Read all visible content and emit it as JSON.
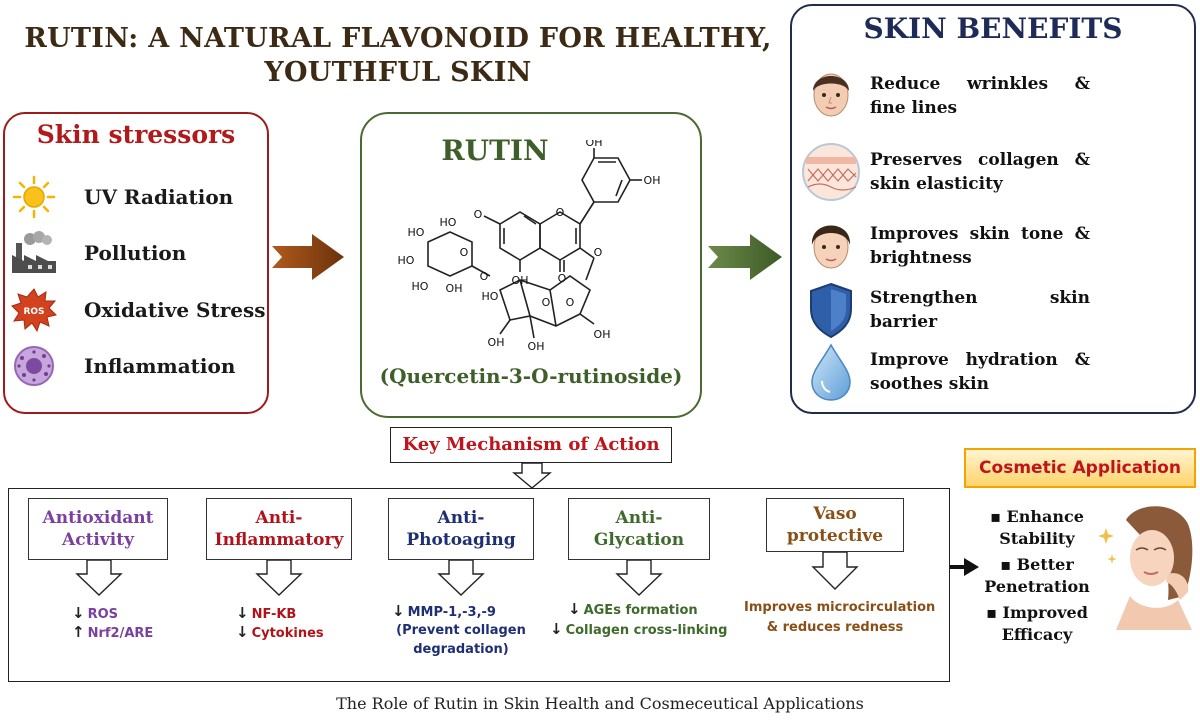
{
  "title": {
    "line1": "RUTIN: A NATURAL FLAVONOID FOR HEALTHY,",
    "line2": "YOUTHFUL SKIN"
  },
  "stressors": {
    "title": "Skin stressors",
    "items": [
      {
        "label": "UV Radiation",
        "icon": "sun-icon"
      },
      {
        "label": "Pollution",
        "icon": "factory-icon"
      },
      {
        "label": "Oxidative Stress",
        "icon": "ros-burst-icon",
        "icon_text": "ROS"
      },
      {
        "label": "Inflammation",
        "icon": "cell-icon"
      }
    ]
  },
  "rutin": {
    "title": "RUTIN",
    "subtitle": "(Quercetin-3-O-rutinoside)",
    "structure_labels": [
      "OH",
      "OH",
      "O",
      "O",
      "OH",
      "O",
      "O",
      "HO",
      "HO",
      "HO",
      "O",
      "HO",
      "OH",
      "O",
      "O",
      "O",
      "HO",
      "OH",
      "OH",
      "OH"
    ]
  },
  "benefits": {
    "title": "SKIN BENEFITS",
    "items": [
      {
        "label": "Reduce wrinkles & fine lines",
        "icon": "face-icon"
      },
      {
        "label": "Preserves collagen & skin elasticity",
        "icon": "skin-layer-icon"
      },
      {
        "label": "Improves skin tone & brightness",
        "icon": "face-icon"
      },
      {
        "label": "Strengthen skin barrier",
        "icon": "shield-icon"
      },
      {
        "label": "Improve hydration & soothes skin",
        "icon": "water-drop-icon"
      }
    ]
  },
  "mechanism": {
    "title": "Key Mechanism of Action",
    "columns": [
      {
        "heading": [
          "Antioxidant",
          "Activity"
        ],
        "color": "#7b3fa0",
        "items": [
          {
            "dir": "↓",
            "text": "ROS"
          },
          {
            "dir": "↑",
            "text": "Nrf2/ARE"
          }
        ]
      },
      {
        "heading": [
          "Anti-",
          "Inflammatory"
        ],
        "color": "#b0141a",
        "items": [
          {
            "dir": "↓",
            "text": "NF-KB"
          },
          {
            "dir": "↓",
            "text": "Cytokines"
          }
        ]
      },
      {
        "heading": [
          "Anti-",
          "Photoaging"
        ],
        "color": "#1e2f73",
        "items": [
          {
            "dir": "↓",
            "text": "MMP-1,-3,-9"
          },
          {
            "dir": "",
            "text": "(Prevent collagen"
          },
          {
            "dir": "",
            "text": "degradation)"
          }
        ]
      },
      {
        "heading": [
          "Anti-",
          "Glycation"
        ],
        "color": "#3e6a2c",
        "items": [
          {
            "dir": "↓",
            "text": "AGEs formation"
          },
          {
            "dir": "↓",
            "text": "Collagen cross-linking"
          }
        ]
      },
      {
        "heading": [
          "Vaso",
          "protective"
        ],
        "color": "#8a4f16",
        "items": [
          {
            "dir": "",
            "text": "Improves microcirculation"
          },
          {
            "dir": "",
            "text": "& reduces redness"
          }
        ]
      }
    ]
  },
  "cosmetic": {
    "title": "Cosmetic Application",
    "items": [
      "Enhance Stability",
      "Better Penetration",
      "Improved Efficacy"
    ],
    "bullet": "▪"
  },
  "caption": "The Role of Rutin in Skin Health and Cosmeceutical Applications",
  "colors": {
    "stress_red": "#9e1b1b",
    "rutin_green": "#3f5f2a",
    "benefit_navy": "#1e2b58",
    "arrow_brown": "#7a3d10",
    "arrow_green": "#4a6a2f",
    "cosmetic_orange": "#f2a500"
  }
}
